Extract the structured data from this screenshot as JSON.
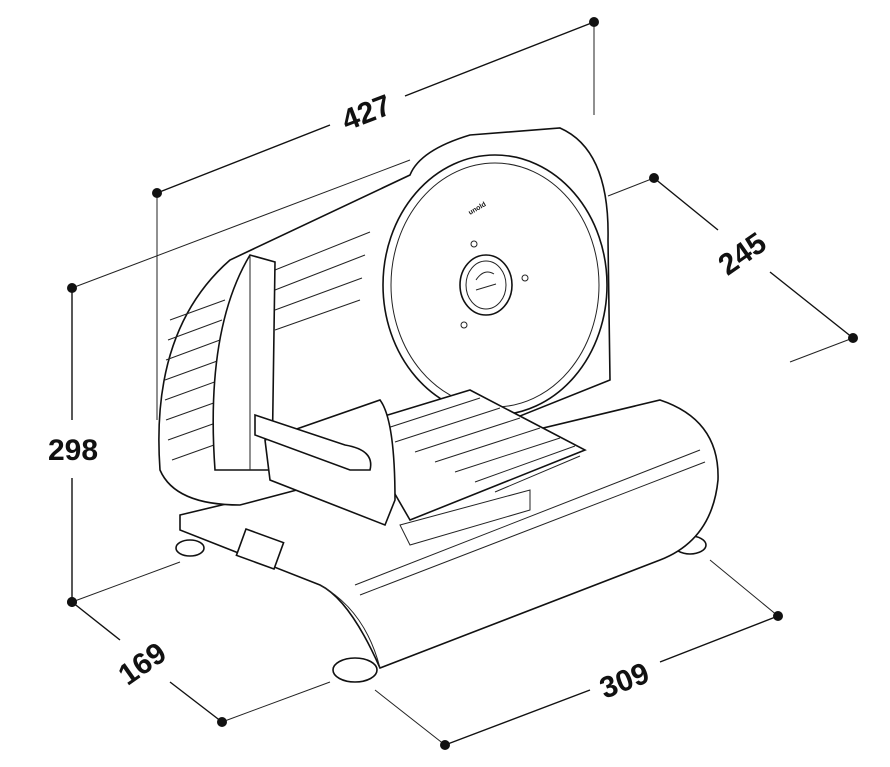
{
  "title": "Meat slicer dimension drawing",
  "logo_text": "unold",
  "dimensions": {
    "width_top": "427",
    "depth_top": "245",
    "height": "298",
    "depth_base": "169",
    "width_base": "309"
  },
  "colors": {
    "line": "#111111",
    "background": "#ffffff"
  }
}
